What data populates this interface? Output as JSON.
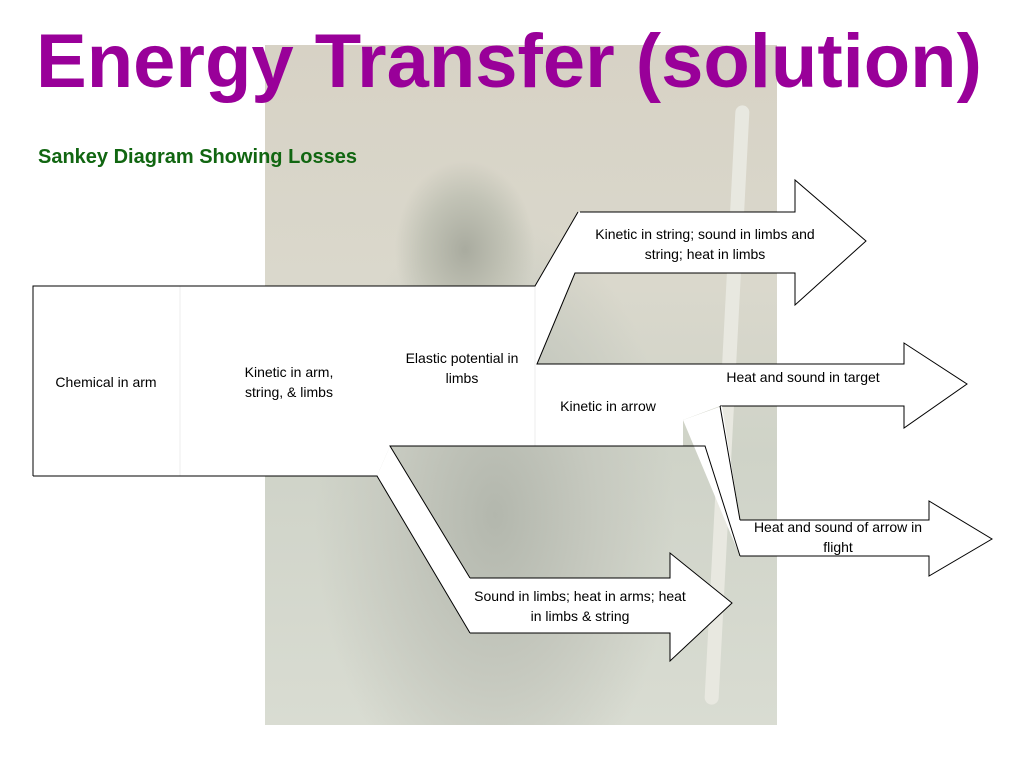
{
  "title": "Energy Transfer (solution)",
  "subtitle": "Sankey Diagram Showing Losses",
  "stages": {
    "chemical": "Chemical in arm",
    "kinetic_arm": "Kinetic in arm, string, & limbs",
    "elastic": "Elastic potential in limbs",
    "kinetic_arrow": "Kinetic in arrow"
  },
  "losses": {
    "string_loss": "Kinetic in string; sound in limbs and string; heat in limbs",
    "target_loss": "Heat and sound in target",
    "flight_loss": "Heat and sound of arrow in flight",
    "limbs_loss": "Sound in limbs; heat in arms; heat in limbs & string"
  },
  "colors": {
    "title": "#990099",
    "subtitle": "#116611",
    "stroke": "#000000"
  }
}
